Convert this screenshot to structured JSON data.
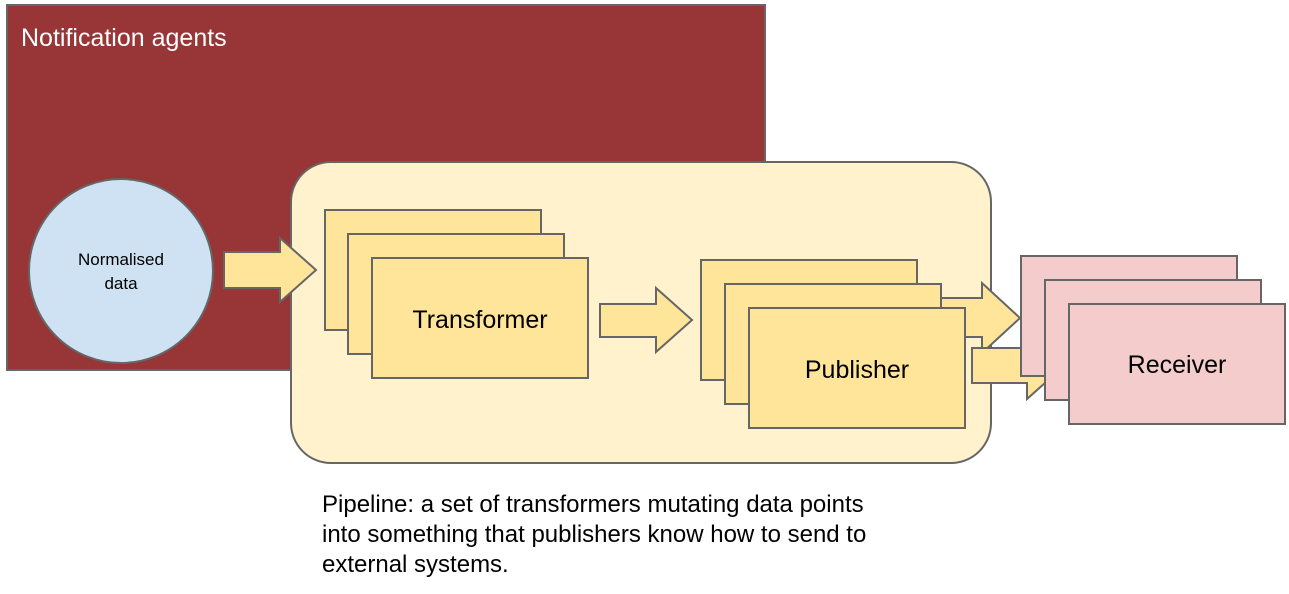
{
  "diagram": {
    "agents_label": "Notification agents",
    "normalised_line1": "Normalised",
    "normalised_line2": "data",
    "transformer_label": "Transformer",
    "publisher_label": "Publisher",
    "receiver_label": "Receiver"
  },
  "caption": {
    "line1": "Pipeline: a set of transformers mutating data points",
    "line2": "into something that publishers know how to send to",
    "line3": "external systems."
  },
  "colors": {
    "agents_fill": "#973537",
    "pipeline_fill": "#fff2cc",
    "stage_fill": "#ffe599",
    "normalised_fill": "#cfe2f3",
    "receiver_fill": "#f4cccc",
    "stroke": "#666666"
  }
}
